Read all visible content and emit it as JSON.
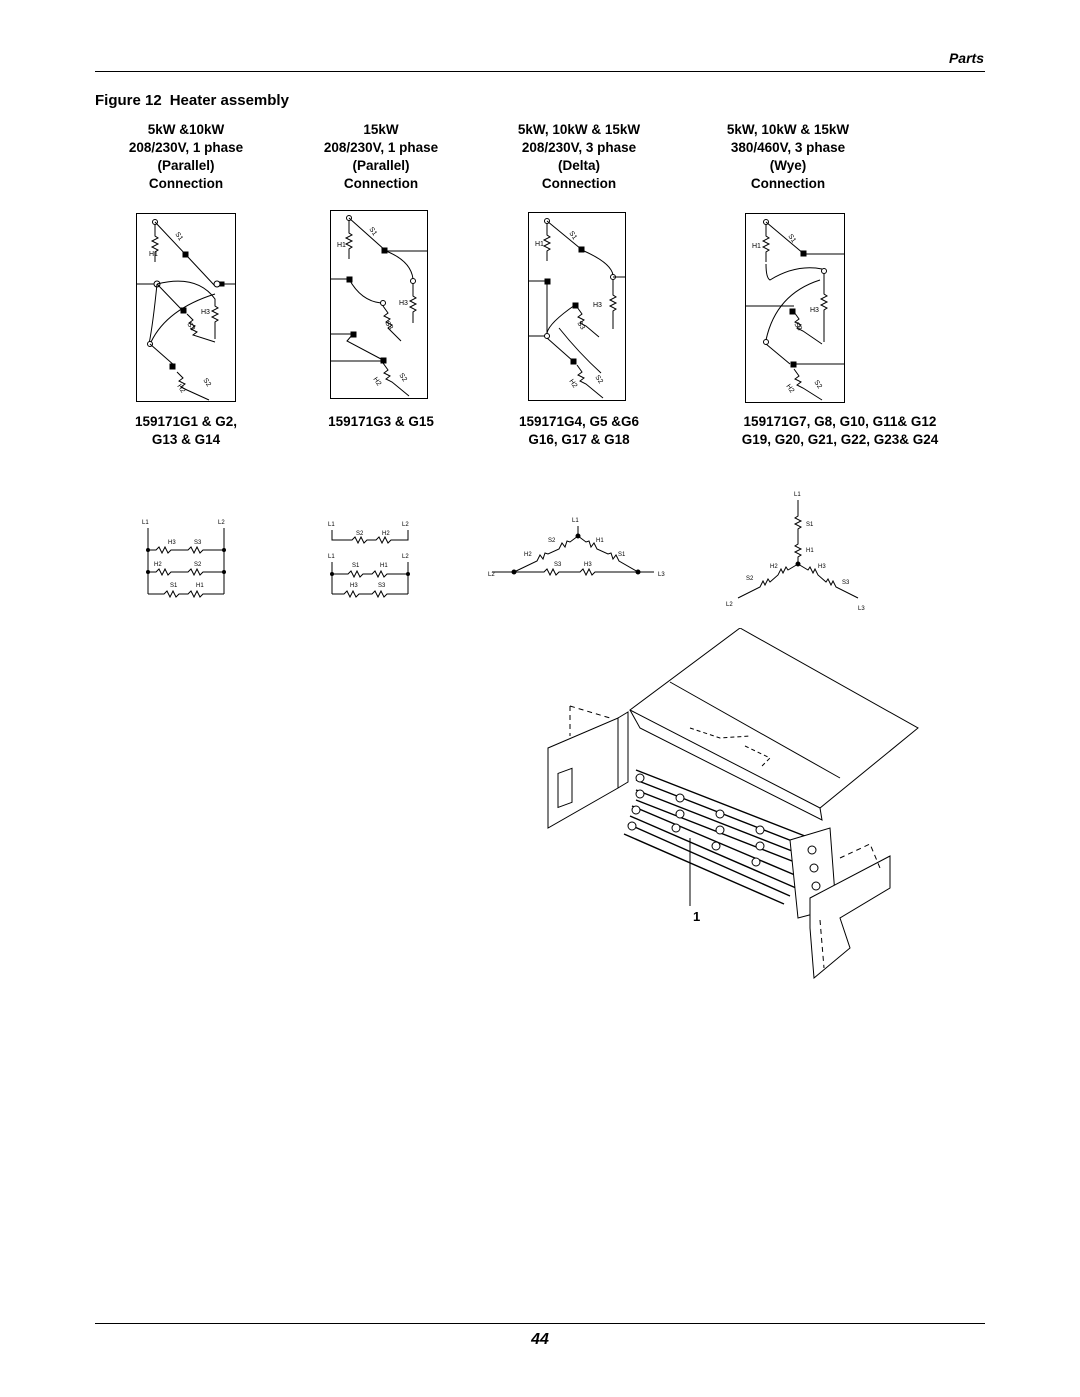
{
  "header": {
    "section": "Parts"
  },
  "figure": {
    "number": "Figure 12",
    "title": "Heater assembly"
  },
  "columns": [
    {
      "line1": "5kW &10kW",
      "line2": "208/230V, 1 phase",
      "line3": "(Parallel)",
      "line4": "Connection",
      "parts1": "159171G1 & G2,",
      "parts2": "G13 & G14"
    },
    {
      "line1": "15kW",
      "line2": "208/230V, 1 phase",
      "line3": "(Parallel)",
      "line4": "Connection",
      "parts1": "159171G3 & G15",
      "parts2": ""
    },
    {
      "line1": "5kW, 10kW & 15kW",
      "line2": "208/230V, 3 phase",
      "line3": "(Delta)",
      "line4": "Connection",
      "parts1": "159171G4, G5 &G6",
      "parts2": "G16, G17 & G18"
    },
    {
      "line1": "5kW, 10kW & 15kW",
      "line2": "380/460V, 3 phase",
      "line3": "(Wye)",
      "line4": "Connection",
      "parts1": "159171G7, G8, G10, G11& G12",
      "parts2": "G19, G20, G21, G22, G23& G24"
    }
  ],
  "diagram_labels": {
    "L1": "L1",
    "L2": "L2",
    "L3": "L3",
    "H1": "H1",
    "H2": "H2",
    "H3": "H3",
    "S1": "S1",
    "S2": "S2",
    "S3": "S3"
  },
  "callout": "1",
  "footer": {
    "page_number": "44"
  }
}
